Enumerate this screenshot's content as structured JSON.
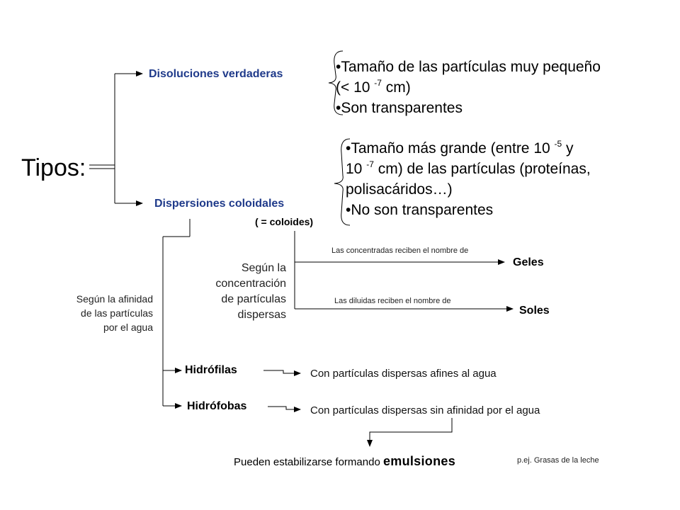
{
  "title": "Tipos:",
  "disoluciones": {
    "label": "Disoluciones verdaderas",
    "lines": [
      "•Tamaño de las partículas muy pequeño",
      "(< 10",
      "-7",
      " cm)",
      "•Son transparentes"
    ]
  },
  "dispersiones": {
    "label": "Dispersiones coloidales",
    "alias": "( = coloides)",
    "lines": [
      "•Tamaño más grande (entre 10",
      "-5",
      "  y",
      "10",
      "-7",
      " cm) de las partículas (proteínas,",
      "polisacáridos…)",
      "•No son transparentes"
    ]
  },
  "concentracion": {
    "label_lines": [
      "Según la",
      "concentración",
      "de partículas",
      "dispersas"
    ],
    "concentradas_text": "Las concentradas reciben el nombre de",
    "geles": "Geles",
    "diluidas_text": "Las diluidas reciben el nombre de",
    "soles": "Soles"
  },
  "afinidad": {
    "label_lines": [
      "Según la afinidad",
      "de las partículas",
      "por el agua"
    ],
    "hidrofilas": "Hidrófilas",
    "hidrofilas_desc": "Con partículas dispersas afines al agua",
    "hidrofobas": "Hidrófobas",
    "hidrofobas_desc": "Con partículas dispersas sin afinidad por el agua"
  },
  "emulsiones": {
    "prefix": "Pueden estabilizarse formando ",
    "word": "emulsiones",
    "example": "p.ej. Grasas de la leche"
  },
  "colors": {
    "blue_label": "#1f3a8a",
    "line": "#000000"
  }
}
